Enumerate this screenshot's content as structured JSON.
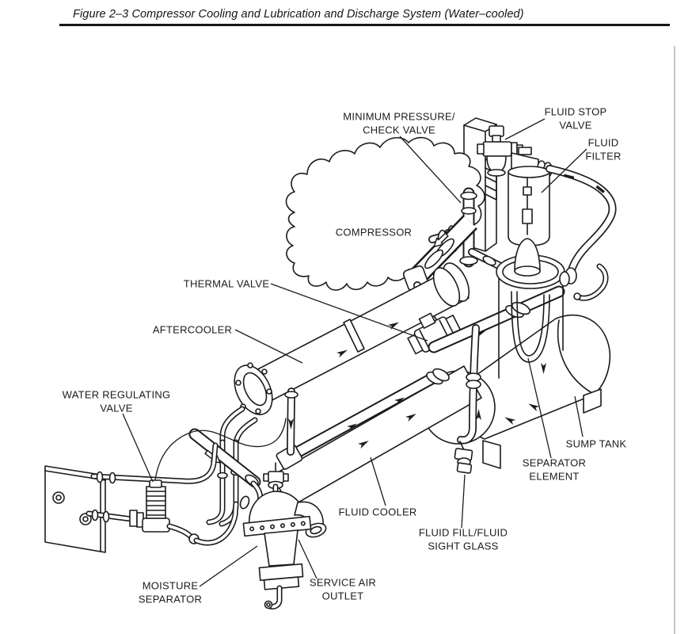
{
  "page": {
    "title": "Figure 2–3 Compressor Cooling and Lubrication and Discharge System (Water–cooled)"
  },
  "diagram": {
    "labels": [
      {
        "id": "minimum-pressure-check-valve",
        "text": "MINIMUM PRESSURE/\nCHECK VALVE"
      },
      {
        "id": "fluid-stop-valve",
        "text": "FLUID STOP\nVALVE"
      },
      {
        "id": "fluid-filter",
        "text": "FLUID\nFILTER"
      },
      {
        "id": "compressor",
        "text": "COMPRESSOR"
      },
      {
        "id": "thermal-valve",
        "text": "THERMAL VALVE"
      },
      {
        "id": "aftercooler",
        "text": "AFTERCOOLER"
      },
      {
        "id": "water-regulating-valve",
        "text": "WATER REGULATING\nVALVE"
      },
      {
        "id": "sump-tank",
        "text": "SUMP TANK"
      },
      {
        "id": "separator-element",
        "text": "SEPARATOR\nELEMENT"
      },
      {
        "id": "fluid-cooler",
        "text": "FLUID COOLER"
      },
      {
        "id": "fluid-fill-fluid-sight-glass",
        "text": "FLUID FILL/FLUID\nSIGHT GLASS"
      },
      {
        "id": "moisture-separator",
        "text": "MOISTURE\nSEPARATOR"
      },
      {
        "id": "service-air-outlet",
        "text": "SERVICE AIR\nOUTLET"
      }
    ],
    "colors": {
      "line": "#1c1c1c",
      "background": "#ffffff",
      "page_edge": "#c6c6c6"
    }
  }
}
